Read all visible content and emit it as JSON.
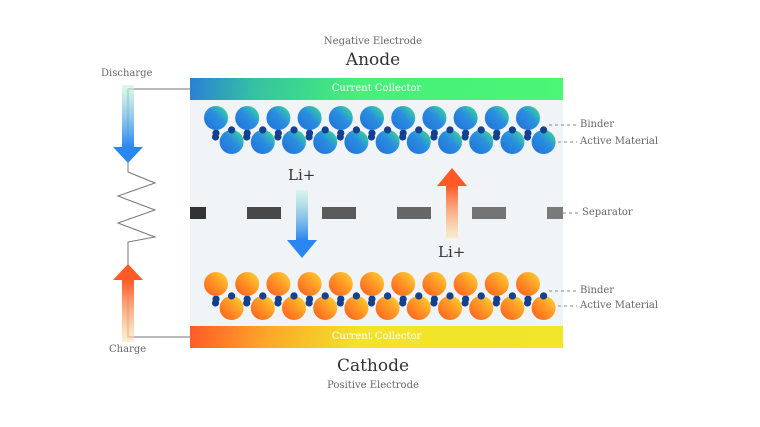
{
  "anode": {
    "subtitle": "Negative Electrode",
    "title": "Anode",
    "collector_label": "Current Collector",
    "particle_color_start": "#3ce48a",
    "particle_color_end": "#1f6fd8"
  },
  "cathode": {
    "title": "Cathode",
    "subtitle": "Positive Electrode",
    "collector_label": "Current Collector",
    "particle_color_start": "#fdd835",
    "particle_color_end": "#ff5a1f"
  },
  "circuit": {
    "discharge_label": "Discharge",
    "charge_label": "Charge",
    "discharge_arrow_color": "#2a86f0",
    "charge_arrow_color": "#ff5a28"
  },
  "ions": {
    "down_label": "Li+",
    "up_label": "Li+"
  },
  "callouts": {
    "anode_binder": "Binder",
    "anode_active": "Active Material",
    "separator": "Separator",
    "cathode_binder": "Binder",
    "cathode_active": "Active Material"
  },
  "binder_color": "#14408f",
  "particles_per_row": 11
}
